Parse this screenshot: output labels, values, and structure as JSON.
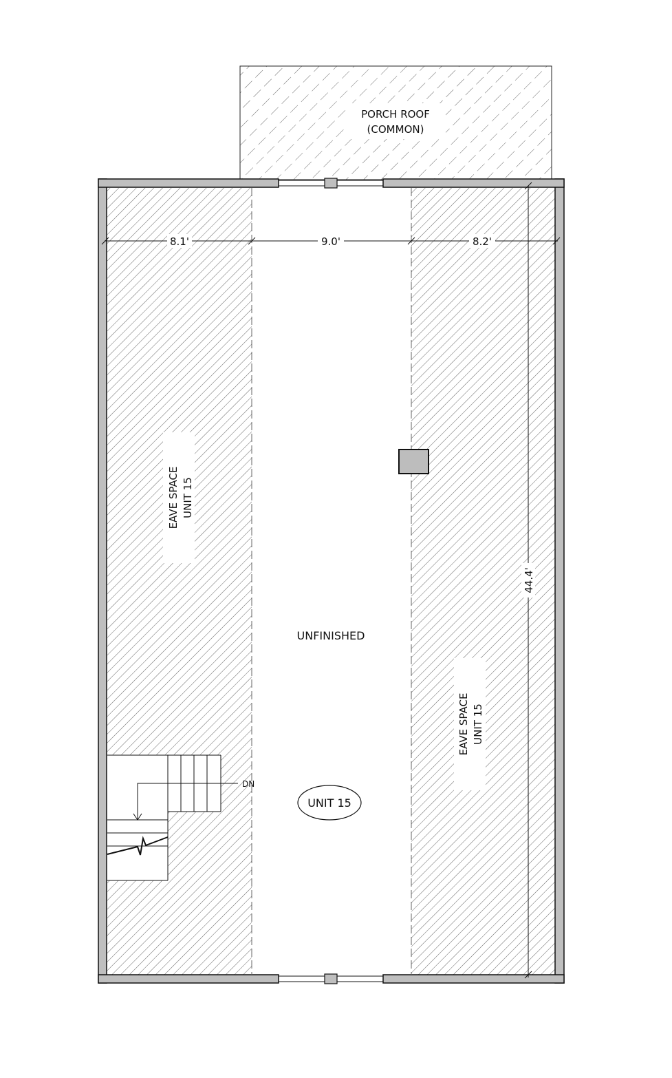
{
  "porch": {
    "line1": "PORCH ROOF",
    "line2": "(COMMON)"
  },
  "dimensions": {
    "left": "8.1'",
    "center": "9.0'",
    "right": "8.2'",
    "depth": "44.4'"
  },
  "eave_left": {
    "line1": "EAVE SPACE",
    "line2": "UNIT 15"
  },
  "eave_right": {
    "line1": "EAVE SPACE",
    "line2": "UNIT 15"
  },
  "center_label": "UNFINISHED",
  "unit_tag": "UNIT 15",
  "stair_label": "DN",
  "colors": {
    "wall": "#bfbfbf",
    "line": "#111111",
    "hatch": "#555555",
    "chimney": "#bdbdbd"
  }
}
